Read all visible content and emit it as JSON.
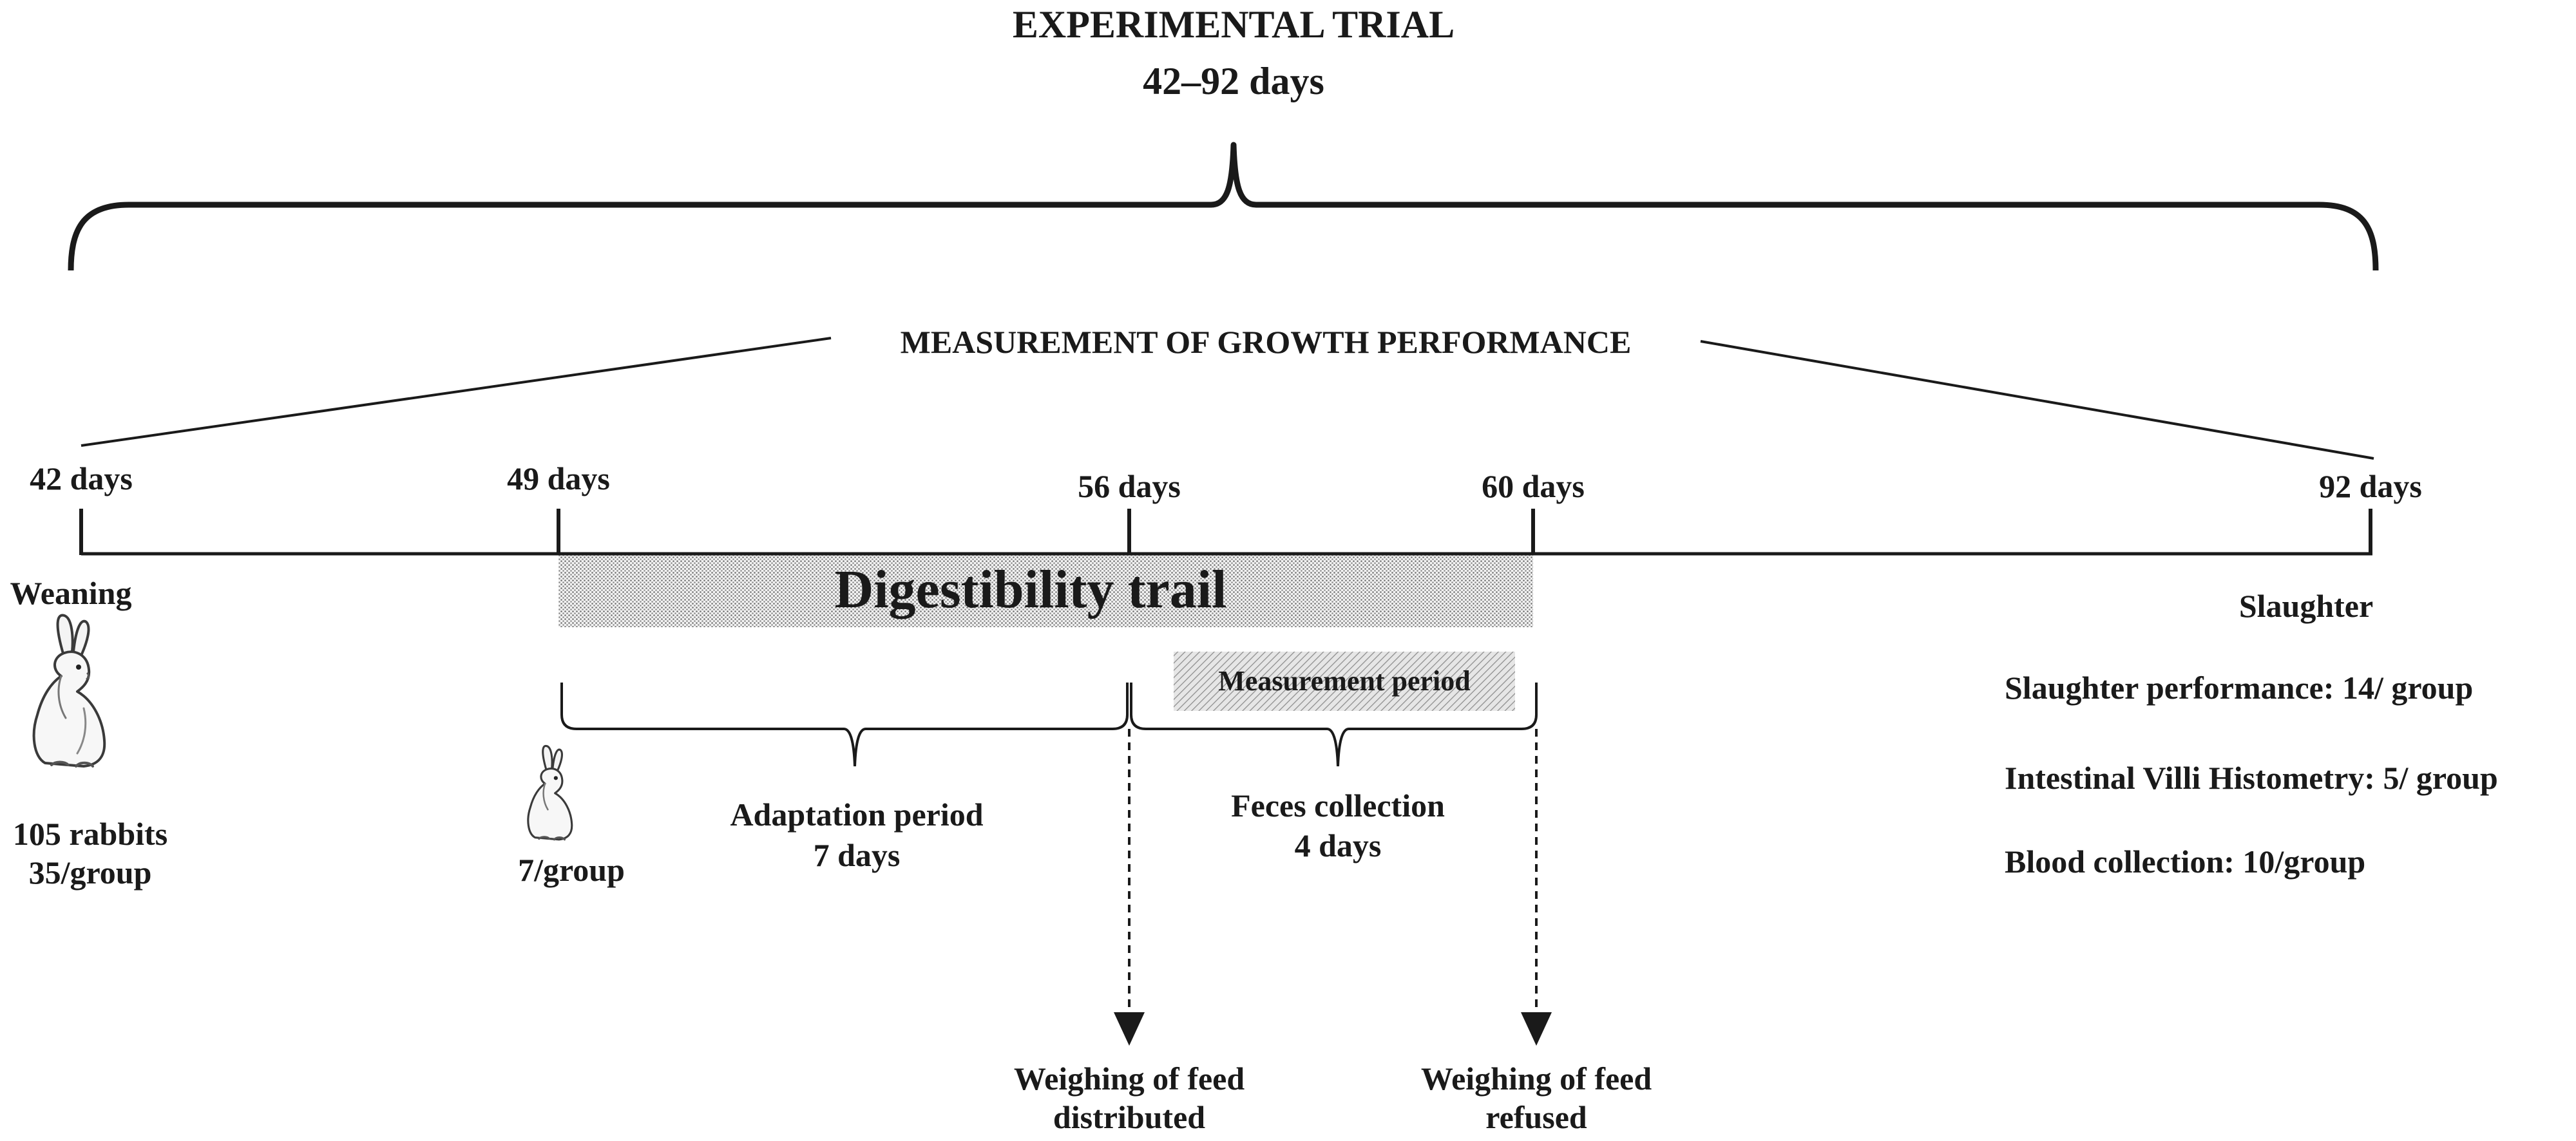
{
  "header": {
    "title": "EXPERIMENTAL TRIAL",
    "range": "42–92 days"
  },
  "growth_label": "MEASUREMENT OF GROWTH PERFORMANCE",
  "timeline": {
    "ticks": [
      {
        "label": "42 days"
      },
      {
        "label": "49 days"
      },
      {
        "label": "56 days"
      },
      {
        "label": "60 days"
      },
      {
        "label": "92 days"
      }
    ]
  },
  "digestibility_label": "Digestibility trail",
  "measurement_period_label": "Measurement period",
  "weaning": {
    "label": "Weaning",
    "count_line1": "105 rabbits",
    "count_line2": "35/group"
  },
  "small_group": {
    "label": "7/group"
  },
  "adaptation": {
    "line1": "Adaptation period",
    "line2": "7 days"
  },
  "feces": {
    "line1": "Feces collection",
    "line2": "4 days"
  },
  "weighing": {
    "distributed_line1": "Weighing  of feed",
    "distributed_line2": "distributed",
    "refused_line1": "Weighing  of feed",
    "refused_line2": "refused"
  },
  "slaughter": {
    "label": "Slaughter",
    "items": [
      "Slaughter performance: 14/ group",
      "Intestinal Villi Histometry: 5/ group",
      "Blood collection: 10/group"
    ]
  },
  "icons": {
    "rabbit": "rabbit-icon"
  },
  "colors": {
    "ink": "#1a1a1a",
    "hatch": "#9a9a9a"
  }
}
